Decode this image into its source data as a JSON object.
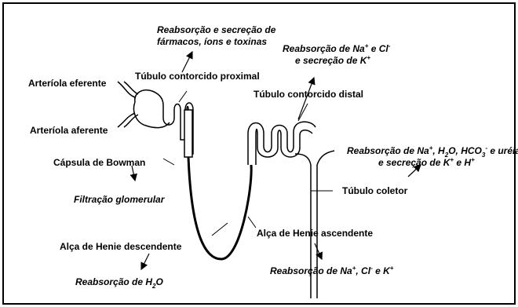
{
  "labels": {
    "arteriola_eferente": "Arteríola eferente",
    "arteriola_aferente": "Arteríola aferente",
    "tubulo_proximal": "Túbulo contorcido proximal",
    "reab_secrecao_farmacos_l1": "Reabsorção e secreção de",
    "reab_secrecao_farmacos_l2": "fármacos, íons e toxinas",
    "reab_na_cl_l1_a": "Reabsorção de Na",
    "reab_na_cl_l1_b": " e Cl",
    "reab_na_cl_l2_a": "e secreção de K",
    "tubulo_distal": "Túbulo contorcido distal",
    "capsula_bowman": "Cápsula de Bowman",
    "filtracao_glomerular": "Filtração glomerular",
    "reab_multi_l1_a": "Reabsorção de Na",
    "reab_multi_l1_b": ", H",
    "reab_multi_l1_c": "O, HCO",
    "reab_multi_l1_d": " e uréia",
    "reab_multi_l2_a": "e secreção de K",
    "reab_multi_l2_b": " e H",
    "tubulo_coletor": "Túbulo coletor",
    "alca_descendente": "Alça de Henie descendente",
    "alca_ascendente": "Alça de Henie ascendente",
    "reab_h2o_a": "Reabsorção de H",
    "reab_h2o_b": "O",
    "reab_na_cl_k_a": "Reabsorção de Na",
    "reab_na_cl_k_b": ", Cl",
    "reab_na_cl_k_c": " e K",
    "sup_plus": "+",
    "sup_minus": "-",
    "sub_2": "2",
    "sub_3": "3"
  }
}
